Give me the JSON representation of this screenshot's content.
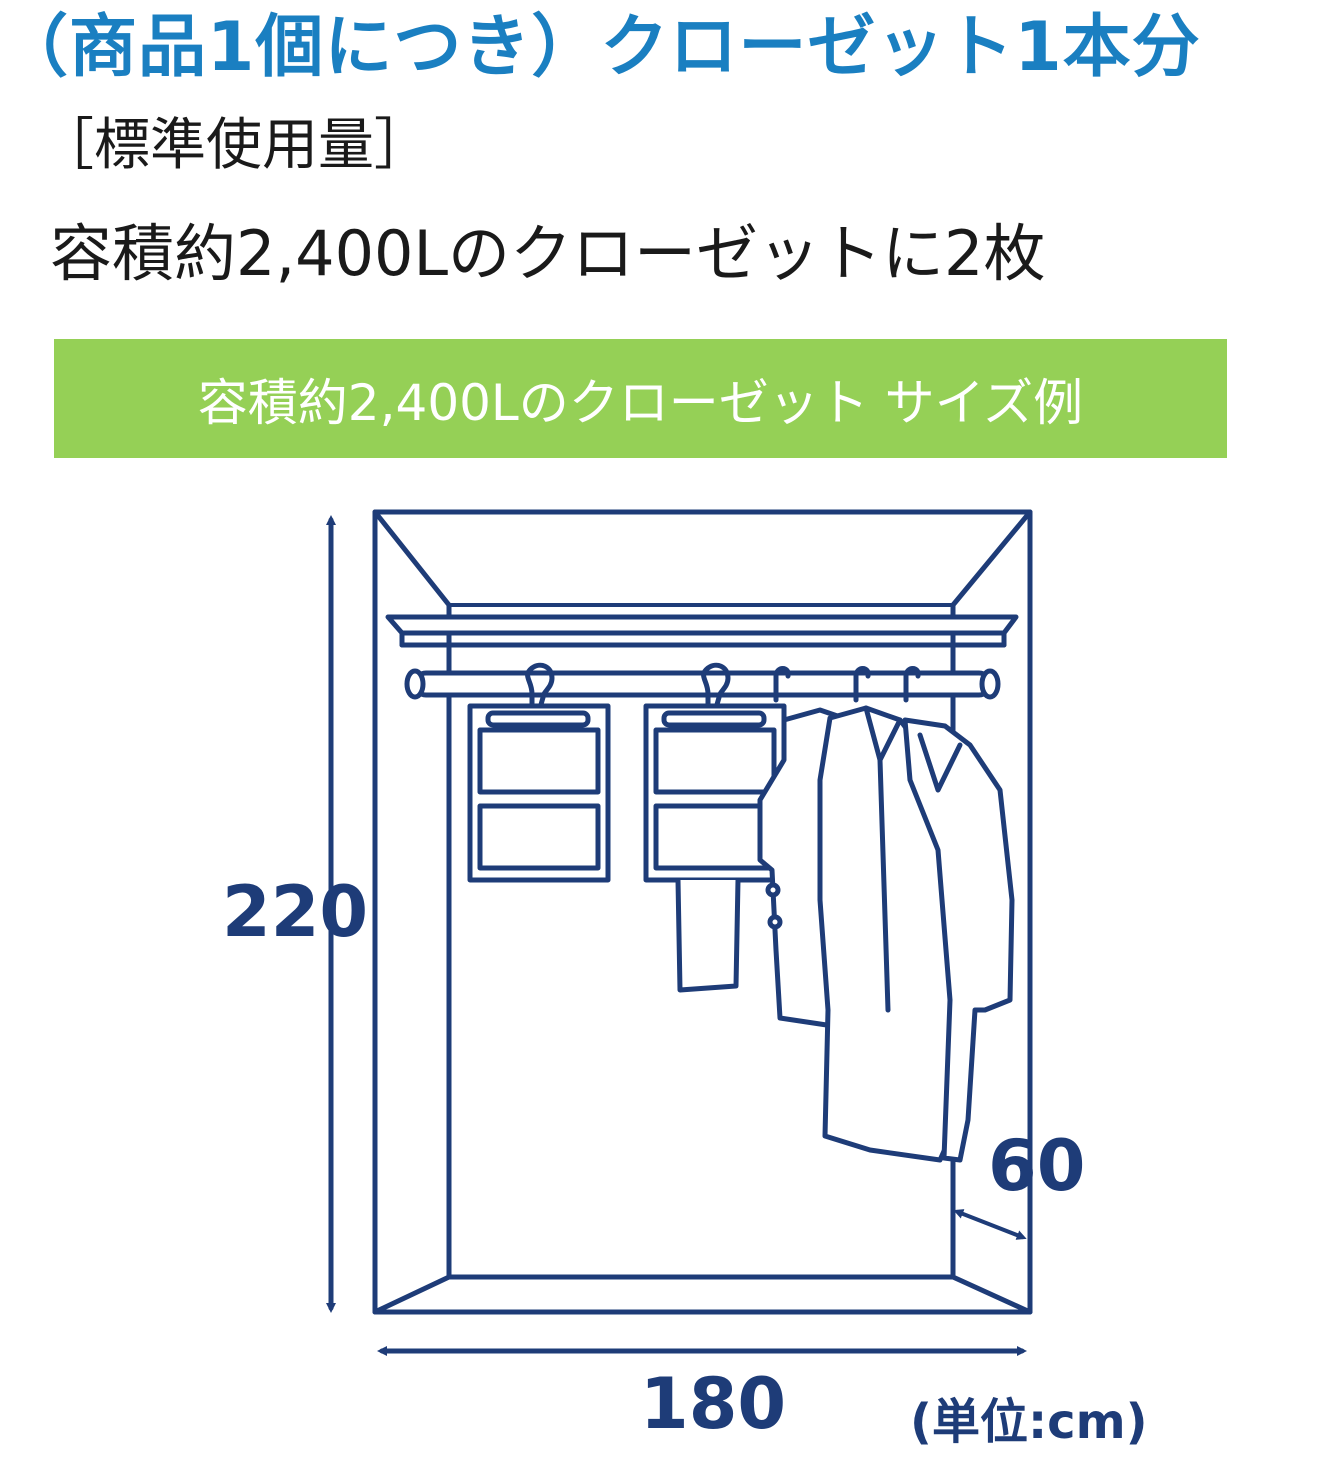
{
  "colors": {
    "headline": "#1a7fc1",
    "banner_bg": "#95d056",
    "line": "#1e3c78",
    "text": "#1a1a1a"
  },
  "headline": "（商品1個につき）クローゼット1本分",
  "usage": {
    "label": "［標準使用量］",
    "text": "容積約2,400Lのクローゼットに2枚"
  },
  "banner": {
    "text": "容積約2,400Lのクローゼット サイズ例"
  },
  "diagram": {
    "height_value": "220",
    "width_value": "180",
    "depth_value": "60",
    "unit_label": "(単位:cm)"
  }
}
